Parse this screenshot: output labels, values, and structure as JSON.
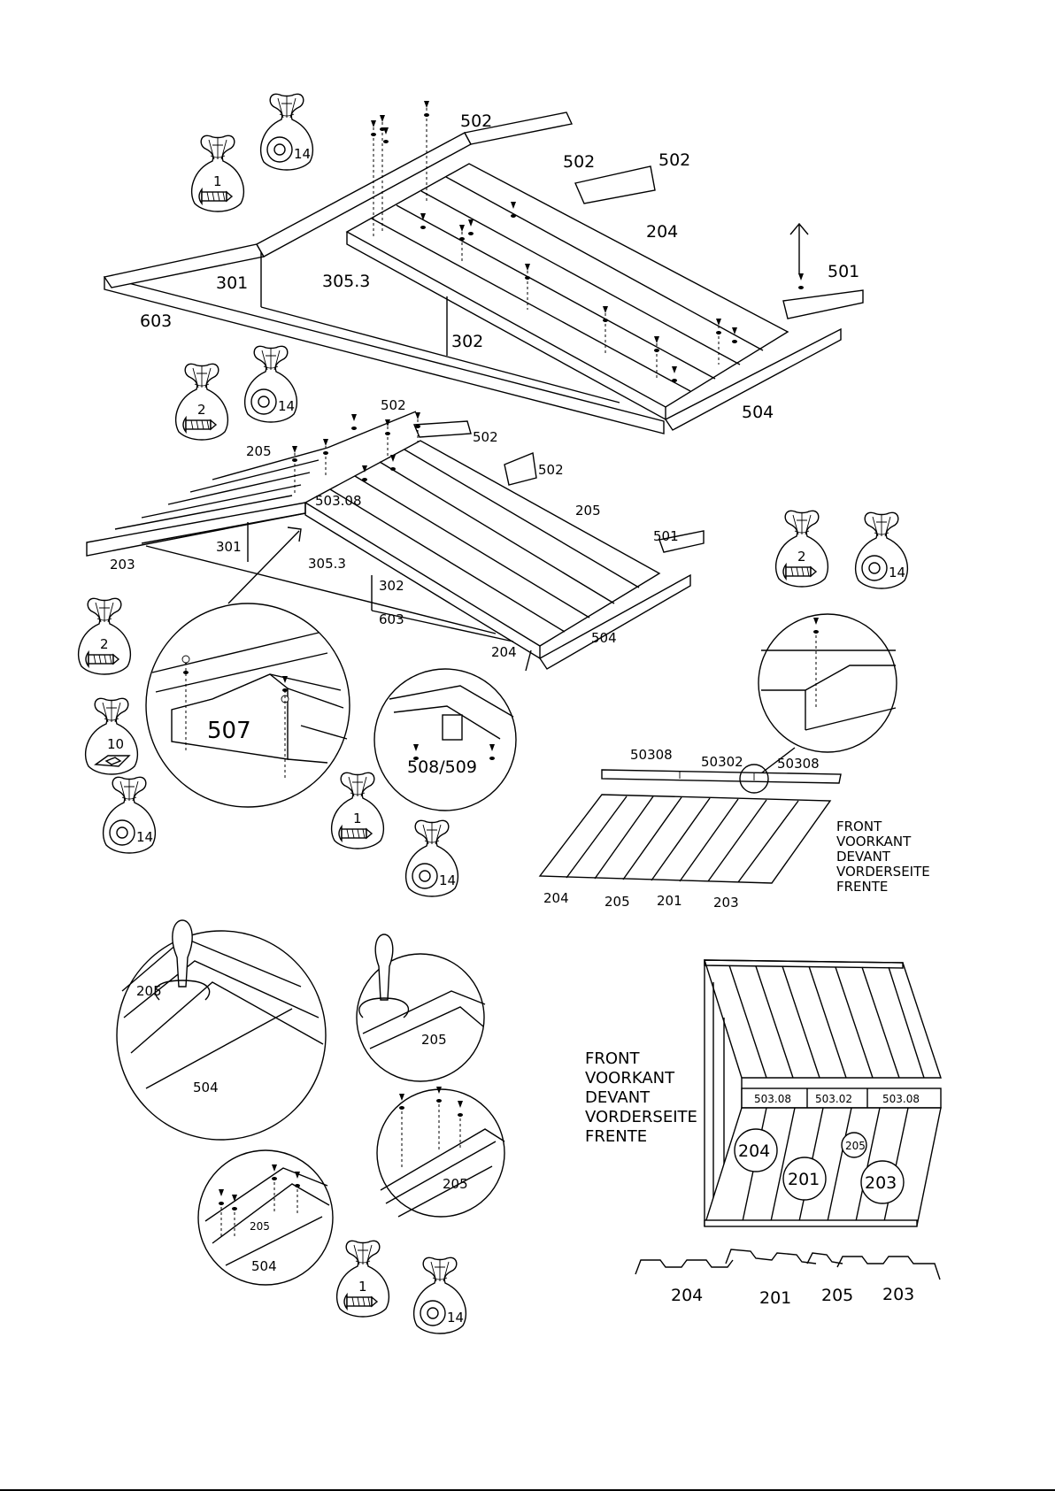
{
  "labels": {
    "a502a": "502",
    "a502b": "502",
    "a502c": "502",
    "a204": "204",
    "a501": "501",
    "a301": "301",
    "a3053": "305.3",
    "a603": "603",
    "a302": "302",
    "a504": "504",
    "b502a": "502",
    "b502b": "502",
    "b502c": "502",
    "b205a": "205",
    "b50308": "503.08",
    "b205b": "205",
    "b501": "501",
    "b301": "301",
    "b3053": "305.3",
    "b203": "203",
    "b302": "302",
    "b603": "603",
    "b204": "204",
    "b504": "504",
    "d507": "507",
    "d508": "508/509",
    "s50308a": "50308",
    "s50302": "50302",
    "s50308b": "50308",
    "s204": "204",
    "s205": "205",
    "s201": "201",
    "s203": "203",
    "c205a": "205",
    "c504a": "504",
    "c205b": "205",
    "c205c": "205",
    "c205d": "205",
    "c504b": "504",
    "r5038a": "503.08",
    "r5032": "503.02",
    "r5038b": "503.08",
    "r204": "204",
    "r201": "201",
    "r205": "205",
    "r203": "203",
    "p204": "204",
    "p201": "201",
    "p205": "205",
    "p203": "203"
  },
  "front_note_small": [
    "FRONT",
    "VOORKANT",
    "DEVANT",
    "VORDERSEITE",
    "FRENTE"
  ],
  "front_note_large": [
    "FRONT",
    "VOORKANT",
    "DEVANT",
    "VORDERSEITE",
    "FRENTE"
  ],
  "bags": [
    {
      "id": "bag1",
      "icon": "screw-icon",
      "count": "1"
    },
    {
      "id": "bag2",
      "icon": "washer-icon",
      "count": "14"
    },
    {
      "id": "bag3",
      "icon": "screw-icon",
      "count": "2"
    },
    {
      "id": "bag4",
      "icon": "washer-icon",
      "count": "14"
    },
    {
      "id": "bag5",
      "icon": "screw-icon",
      "count": "2"
    },
    {
      "id": "bag6",
      "icon": "washer-icon",
      "count": "14"
    },
    {
      "id": "bag7",
      "icon": "screw-icon",
      "count": "2"
    },
    {
      "id": "bag8",
      "icon": "bracket-icon",
      "count": "10"
    },
    {
      "id": "bag9",
      "icon": "washer-icon",
      "count": "14"
    },
    {
      "id": "bag10",
      "icon": "screw-icon",
      "count": "1"
    },
    {
      "id": "bag11",
      "icon": "washer-icon",
      "count": "14"
    },
    {
      "id": "bag12",
      "icon": "screw-icon",
      "count": "1"
    },
    {
      "id": "bag13",
      "icon": "washer-icon",
      "count": "14"
    }
  ]
}
